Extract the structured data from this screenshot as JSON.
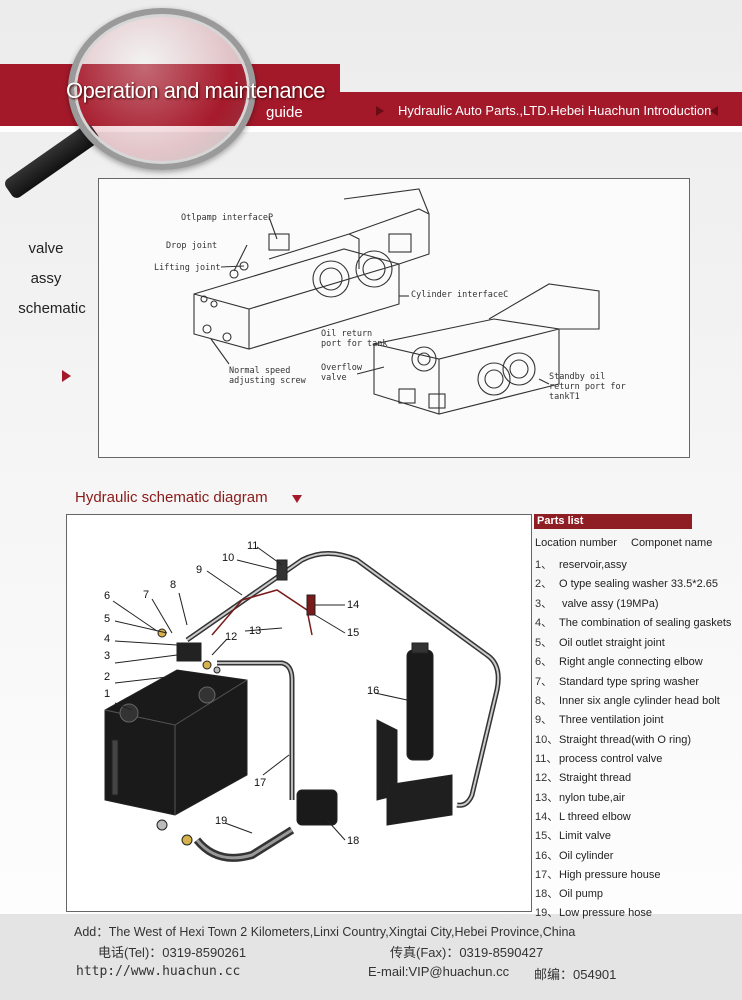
{
  "header": {
    "title": "Operation and maintenance",
    "subtitle": "guide",
    "company_intro": "Hydraulic Auto Parts.,LTD.Hebei Huachun Introduction"
  },
  "valve_section": {
    "side_label": [
      "valve",
      "assy",
      "schematic"
    ],
    "labels": {
      "oil_pump_interface": "Otlpamp interfaceP",
      "drop_joint": "Drop joint",
      "lifting_joint": "Lifting joint",
      "cylinder_interface": "Cylinder interfaceC",
      "oil_return_line1": "Oil return",
      "oil_return_line2": "port for tank",
      "overflow_line1": "Overflow",
      "overflow_line2": "valve",
      "normal_speed_line1": "Normal speed",
      "normal_speed_line2": "adjusting screw",
      "standby_line1": "Standby oil",
      "standby_line2": "return port for",
      "standby_line3": "tankT1"
    }
  },
  "hydraulic_section": {
    "title": "Hydraulic schematic diagram",
    "callouts": [
      "1",
      "2",
      "3",
      "4",
      "5",
      "6",
      "7",
      "8",
      "9",
      "10",
      "11",
      "12",
      "13",
      "14",
      "15",
      "16",
      "17",
      "18",
      "19"
    ]
  },
  "parts_list": {
    "title": "Parts list",
    "col_location": "Location number",
    "col_component": "Componet name",
    "items": [
      {
        "num": "1、",
        "name": "reservoir,assy"
      },
      {
        "num": "2、",
        "name": "O type sealing washer 33.5*2.65"
      },
      {
        "num": "3、",
        "name": "valve assy (19MPa)"
      },
      {
        "num": "4、",
        "name": "The combination of sealing gaskets"
      },
      {
        "num": "5、",
        "name": "Oil outlet straight joint"
      },
      {
        "num": "6、",
        "name": "Right angle connecting elbow"
      },
      {
        "num": "7、",
        "name": "Standard type spring washer"
      },
      {
        "num": "8、",
        "name": "Inner six angle cylinder head bolt"
      },
      {
        "num": "9、",
        "name": "Three ventilation joint"
      },
      {
        "num": "10、",
        "name": "Straight thread(with O ring)"
      },
      {
        "num": "11、",
        "name": "process control valve"
      },
      {
        "num": "12、",
        "name": "Straight thread"
      },
      {
        "num": "13、",
        "name": "nylon tube,air"
      },
      {
        "num": "14、",
        "name": "L threed elbow"
      },
      {
        "num": "15、",
        "name": "Limit valve"
      },
      {
        "num": "16、",
        "name": "Oil cylinder"
      },
      {
        "num": "17、",
        "name": "High pressure house"
      },
      {
        "num": "18、",
        "name": "Oil pump"
      },
      {
        "num": "19、",
        "name": "Low pressure hose"
      }
    ]
  },
  "footer": {
    "address": "Add：The West of Hexi Town 2 Kilometers,Linxi Country,Xingtai City,Hebei Province,China",
    "tel": "电话(Tel)：0319-8590261",
    "fax": "传真(Fax)：0319-8590427",
    "website": "http://www.huachun.cc",
    "email": "E-mail:VIP@huachun.cc",
    "postcode": "邮编：054901"
  },
  "colors": {
    "brand_red": "#a3192a",
    "title_red": "#8b1a1a"
  }
}
